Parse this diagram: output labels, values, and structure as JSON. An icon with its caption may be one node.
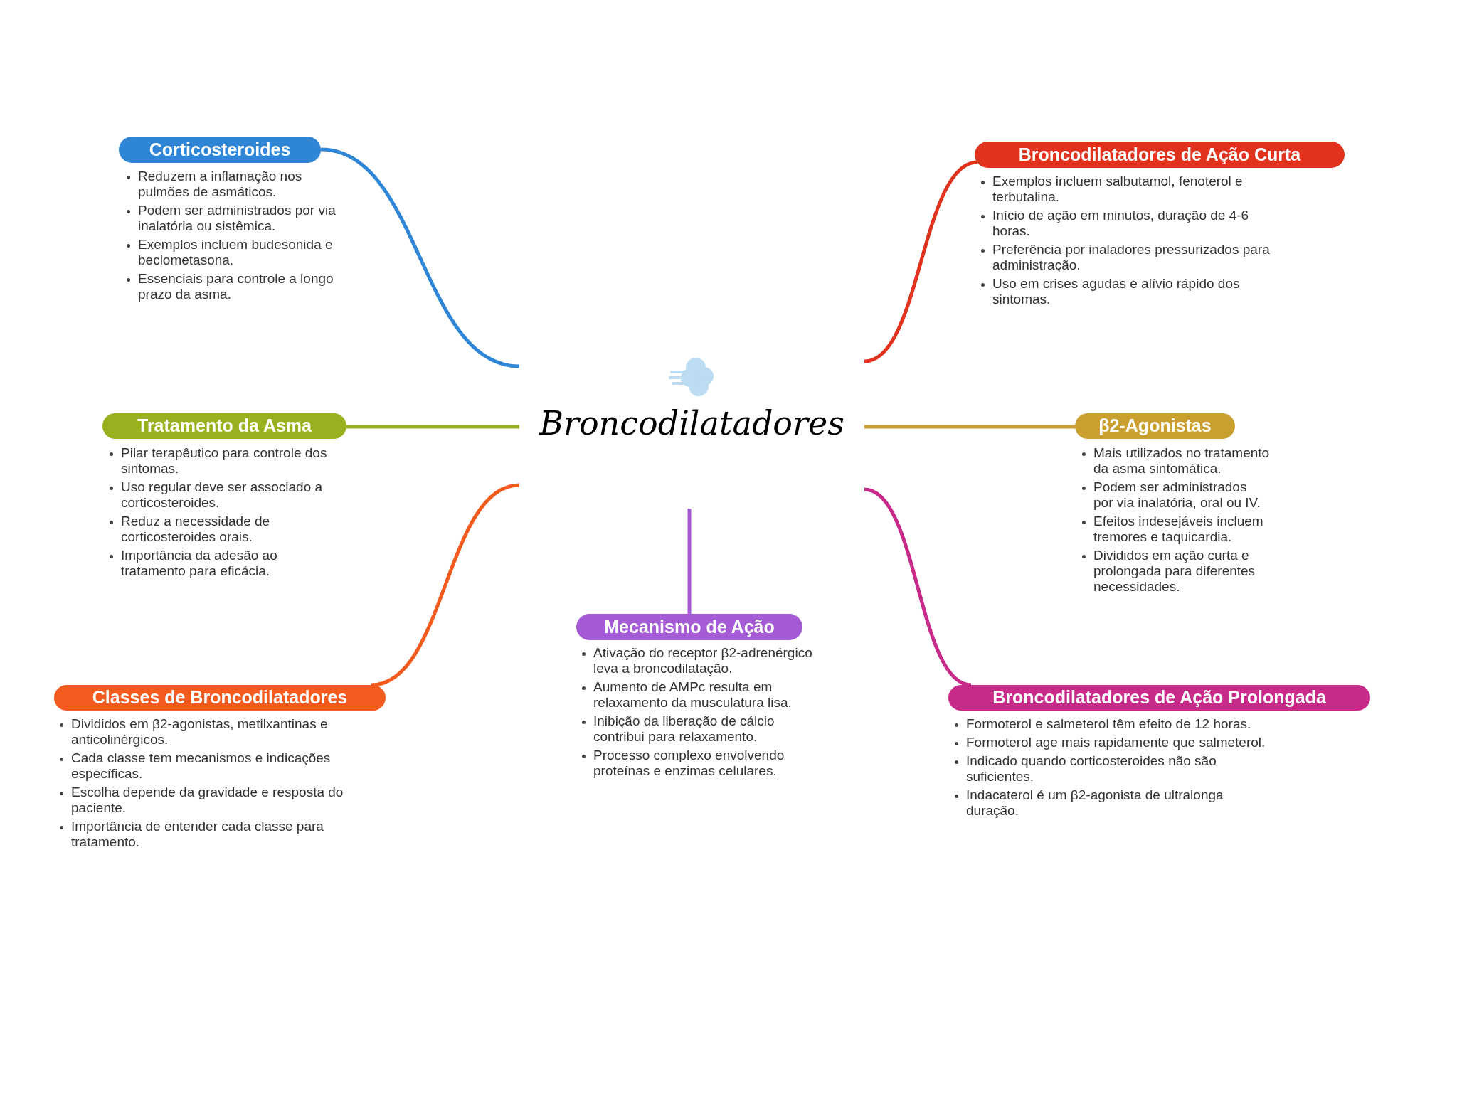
{
  "diagram": {
    "nodes": [
      {
        "text": [
          "Broncodilatadores"
        ]
      },
      {
        "text": [
          "Corticosteroides"
        ],
        "beside": [
          "Reduzem a inflamação nos pulmões de asmáticos.",
          "Podem ser administrados por via inalatória ou sistêmica.",
          "Exemplos incluem budesonida e beclometasona.",
          "Essenciais para controle a longo prazo da asma."
        ]
      },
      {
        "text": [
          "Broncodilatadores de Ação Curta"
        ],
        "beside": [
          "Exemplos incluem salbutamol, fenoterol e terbutalina.",
          "Início de ação em minutos, duração de 4-6 horas.",
          "Preferência por inaladores pressurizados para administração.",
          "Uso em crises agudas e alívio rápido dos sintomas."
        ]
      },
      {
        "text": [
          "Tratamento da Asma"
        ],
        "beside": [
          "Pilar terapêutico para controle dos sintomas.",
          "Uso regular deve ser associado a corticosteroides.",
          "Reduz a necessidade de corticosteroides orais.",
          "Importância da adesão ao tratamento para eficácia."
        ]
      },
      {
        "text": [
          "β2-Agonistas"
        ],
        "beside": [
          "Mais utilizados no tratamento da asma sintomática.",
          "Podem ser administrados por via inalatória, oral ou IV.",
          "Efeitos indesejáveis incluem tremores e taquicardia.",
          "Divididos em ação curta e prolongada para diferentes necessidades."
        ]
      },
      {
        "text": [
          "Classes de Broncodilatadores"
        ],
        "beside": [
          "Divididos em β2-agonistas, metilxantinas e anticolinérgicos.",
          "Cada classe tem mecanismos e indicações específicas.",
          "Escolha depende da gravidade e resposta do paciente.",
          "Importância de entender cada classe para tratamento."
        ]
      },
      {
        "text": [
          "Mecanismo de Ação"
        ],
        "beside": [
          "Ativação do receptor β2-adrenérgico leva a broncodilatação.",
          "Aumento de AMPc resulta em relaxamento da musculatura lisa.",
          "Inibição da liberação de cálcio contribui para relaxamento.",
          "Processo complexo envolvendo proteínas e enzimas celulares."
        ]
      },
      {
        "text": [
          "Broncodilatadores de Ação Prolongada"
        ],
        "beside": [
          "Formoterol e salmeterol têm efeito de 12 horas.",
          "Formoterol age mais rapidamente que salmeterol.",
          "Indicado quando corticosteroides não são suficientes.",
          "Indacaterol é um β2-agonista de ultralonga duração."
        ]
      }
    ],
    "edges": [
      {
        "from": 0,
        "to": 1,
        "arrow": "none",
        "color": "#2f86d6"
      },
      {
        "from": 0,
        "to": 2,
        "arrow": "none",
        "color": "#e0321c"
      },
      {
        "from": 0,
        "to": 3,
        "arrow": "none",
        "color": "#9bb01e"
      },
      {
        "from": 0,
        "to": 4,
        "arrow": "none",
        "color": "#c9a030"
      },
      {
        "from": 0,
        "to": 5,
        "arrow": "none",
        "color": "#f25a1e"
      },
      {
        "from": 0,
        "to": 6,
        "arrow": "none",
        "color": "#a55ad6"
      },
      {
        "from": 0,
        "to": 7,
        "arrow": "none",
        "color": "#c82a8a"
      }
    ]
  }
}
